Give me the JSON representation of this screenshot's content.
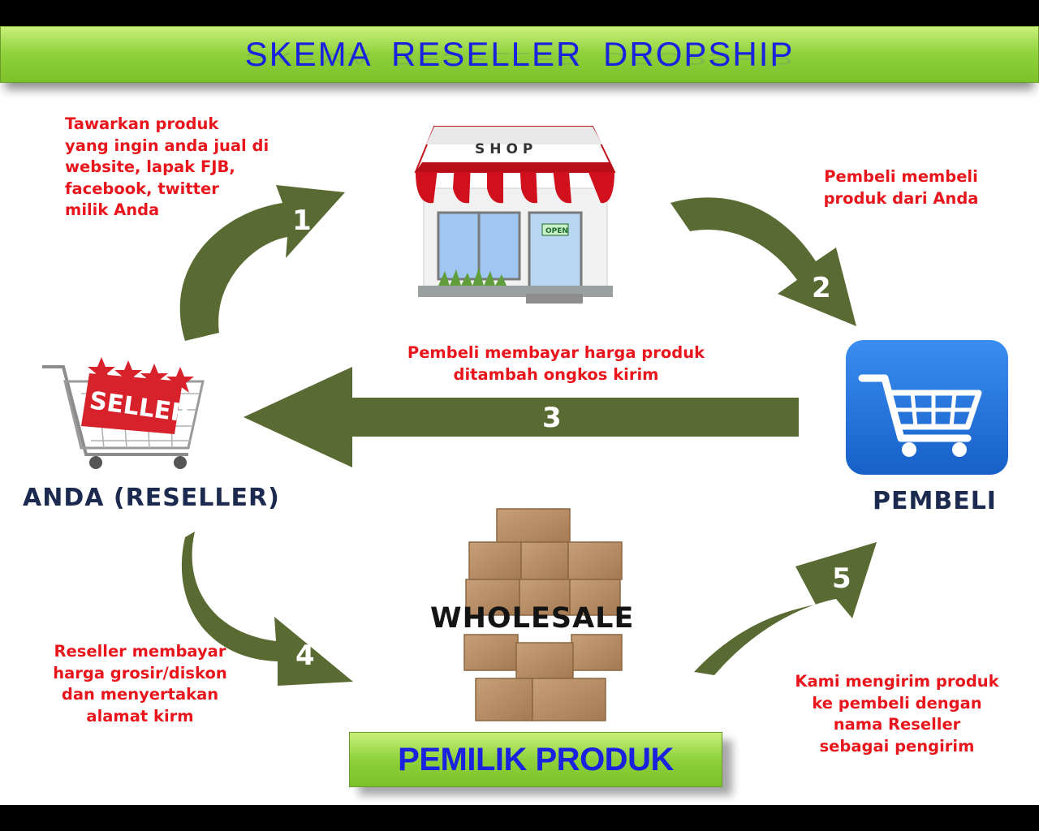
{
  "title": "SKEMA  RESELLER  DROPSHIP",
  "colors": {
    "banner_green": "#8ed13a",
    "title_blue": "#1a22e0",
    "arrow_olive": "#596a32",
    "caption_red": "#e8161c",
    "label_navy": "#1b2a4e",
    "cart_blue": "#1d70de"
  },
  "nodes": {
    "shop": {
      "sign": "SHOP",
      "door_sign": "OPEN"
    },
    "reseller": {
      "label": "ANDA (RESELLER)",
      "badge": "SELLER"
    },
    "buyer": {
      "label": "PEMBELI"
    },
    "owner": {
      "wholesale": "WHOLESALE",
      "label": "PEMILIK PRODUK"
    }
  },
  "steps": [
    {
      "number": "1",
      "lines": [
        "Tawarkan produk",
        "yang ingin anda jual di",
        "website,  lapak FJB,",
        "facebook, twitter",
        "milik Anda"
      ]
    },
    {
      "number": "2",
      "lines": [
        "Pembeli membeli",
        "produk dari Anda"
      ]
    },
    {
      "number": "3",
      "lines": [
        "Pembeli membayar harga produk",
        "ditambah ongkos kirim"
      ]
    },
    {
      "number": "4",
      "lines": [
        "Reseller membayar",
        "harga grosir/diskon",
        "dan menyertakan",
        "alamat kirm"
      ]
    },
    {
      "number": "5",
      "lines": [
        "Kami mengirim produk",
        "ke pembeli dengan",
        "nama Reseller",
        "sebagai pengirim"
      ]
    }
  ],
  "icons": {
    "shop": "shop-storefront-icon",
    "reseller": "seller-cart-icon",
    "buyer": "shopping-cart-icon",
    "owner": "cardboard-boxes-icon"
  }
}
